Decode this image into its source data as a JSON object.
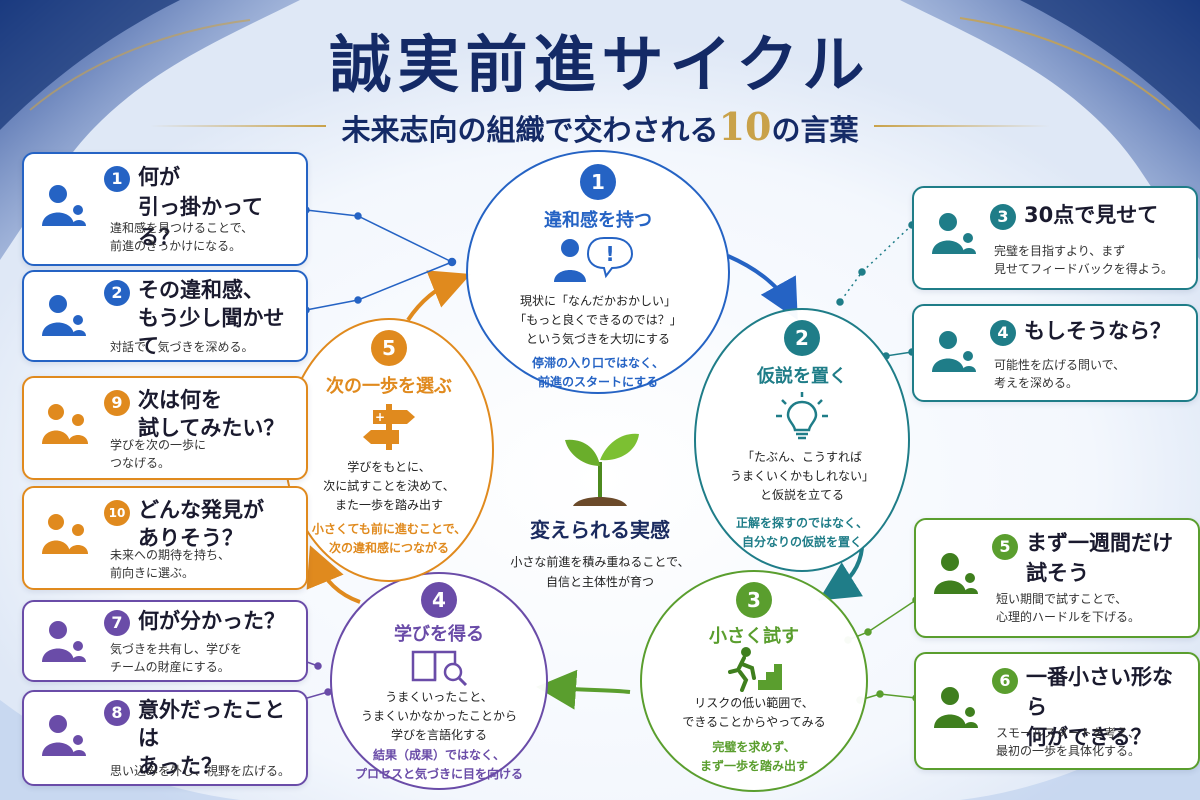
{
  "header": {
    "title": "誠実前進サイクル",
    "subtitle_before": "未来志向の組織で交わされる",
    "subtitle_number": "10",
    "subtitle_after": "の言葉"
  },
  "colors": {
    "navy": "#142a66",
    "blue": "#2563c4",
    "teal": "#1f7d88",
    "green": "#5a9e2e",
    "purple": "#6a4ca8",
    "orange": "#e08a1e",
    "gold": "#c9a24a"
  },
  "steps": [
    {
      "number": "1",
      "title": "違和感を持つ",
      "text": [
        "現状に「なんだかおかしい」",
        "「もっと良くできるのでは？」",
        "という気づきを大切にする"
      ],
      "note": [
        "停滞の入り口ではなく、",
        "前進のスタートにする"
      ],
      "icon": "person-question-icon"
    },
    {
      "number": "2",
      "title": "仮説を置く",
      "text": [
        "「たぶん、こうすれば",
        "うまくいくかもしれない」",
        "と仮説を立てる"
      ],
      "note": [
        "正解を探すのではなく、",
        "自分なりの仮説を置く"
      ],
      "icon": "lightbulb-icon"
    },
    {
      "number": "3",
      "title": "小さく試す",
      "text": [
        "リスクの低い範囲で、",
        "できることからやってみる"
      ],
      "note": [
        "完璧を求めず、",
        "まず一歩を踏み出す"
      ],
      "icon": "running-steps-icon"
    },
    {
      "number": "4",
      "title": "学びを得る",
      "text": [
        "うまくいったこと、",
        "うまくいかなかったことから",
        "学びを言語化する"
      ],
      "note": [
        "結果（成果）ではなく、",
        "プロセスと気づきに目を向ける"
      ],
      "icon": "book-magnifier-icon"
    },
    {
      "number": "5",
      "title": "次の一歩を選ぶ",
      "text": [
        "学びをもとに、",
        "次に試すことを決めて、",
        "また一歩を踏み出す"
      ],
      "note": [
        "小さくても前に進むことで、",
        "次の違和感につながる"
      ],
      "icon": "signpost-icon"
    }
  ],
  "center": {
    "title": "変えられる実感",
    "text": [
      "小さな前進を積み重ねることで、",
      "自信と主体性が育つ"
    ],
    "icon": "sprout-icon"
  },
  "phrases": [
    {
      "number": "1",
      "title": [
        "何が",
        "引っ掛かってる？"
      ],
      "desc": [
        "違和感を見つけることで、",
        "前進のきっかけになる。"
      ]
    },
    {
      "number": "2",
      "title": [
        "その違和感、",
        "もう少し聞かせて"
      ],
      "desc": [
        "対話で、気づきを深める。"
      ]
    },
    {
      "number": "3",
      "title": [
        "30点で見せて"
      ],
      "desc": [
        "完璧を目指すより、まず",
        "見せてフィードバックを得よう。"
      ]
    },
    {
      "number": "4",
      "title": [
        "もしそうなら？"
      ],
      "desc": [
        "可能性を広げる問いで、",
        "考えを深める。"
      ]
    },
    {
      "number": "5",
      "title": [
        "まず一週間だけ",
        "試そう"
      ],
      "desc": [
        "短い期間で試すことで、",
        "心理的ハードルを下げる。"
      ]
    },
    {
      "number": "6",
      "title": [
        "一番小さい形なら",
        "何ができる？"
      ],
      "desc": [
        "スモールスタートを考え、",
        "最初の一歩を具体化する。"
      ]
    },
    {
      "number": "7",
      "title": [
        "何が分かった？"
      ],
      "desc": [
        "気づきを共有し、学びを",
        "チームの財産にする。"
      ]
    },
    {
      "number": "8",
      "title": [
        "意外だったことは",
        "あった？"
      ],
      "desc": [
        "思い込みを外し、視野を広げる。"
      ]
    },
    {
      "number": "9",
      "title": [
        "次は何を",
        "試してみたい？"
      ],
      "desc": [
        "学びを次の一歩に",
        "つなげる。"
      ]
    },
    {
      "number": "10",
      "title": [
        "どんな発見が",
        "ありそう？"
      ],
      "desc": [
        "未来への期待を持ち、",
        "前向きに選ぶ。"
      ]
    }
  ]
}
